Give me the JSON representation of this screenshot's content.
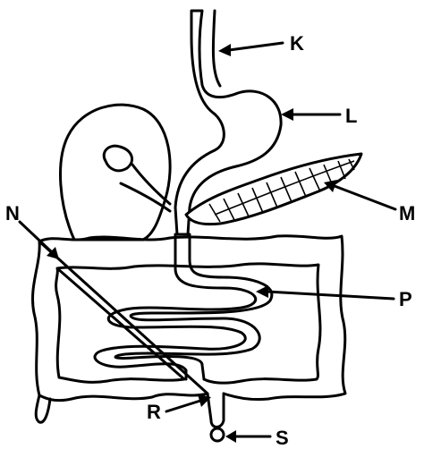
{
  "labels": {
    "k": "K",
    "l": "L",
    "m": "M",
    "n": "N",
    "p": "P",
    "r": "R",
    "s": "S"
  },
  "colors": {
    "ink": "#000000",
    "background": "#ffffff"
  }
}
